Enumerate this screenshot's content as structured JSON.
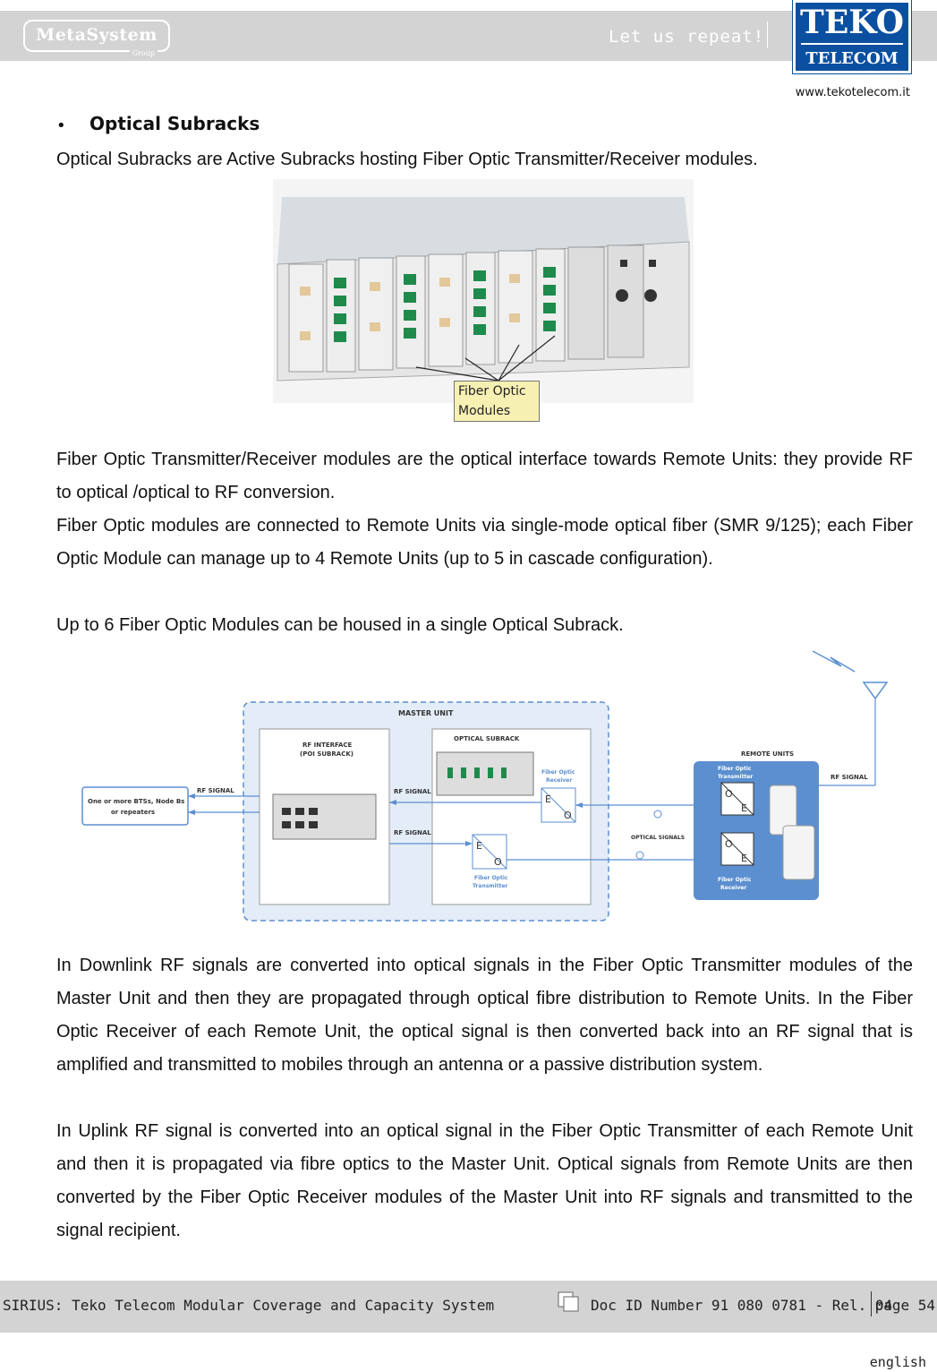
{
  "header": {
    "logo_left": "MetaSystem",
    "logo_left_sub": "Group",
    "slogan": "Let us repeat!",
    "logo_right_top": "TEKO",
    "logo_right_bottom": "TELECOM",
    "website": "www.tekotelecom.it"
  },
  "section": {
    "bullet": "•",
    "heading": "Optical Subracks",
    "intro": "Optical Subracks are Active Subracks hosting Fiber Optic Transmitter/Receiver modules."
  },
  "photo": {
    "caption_line1": "Fiber Optic",
    "caption_line2": "Modules"
  },
  "body_paragraphs": {
    "p1": "Fiber Optic Transmitter/Receiver modules are the optical interface towards Remote Units: they provide RF to optical /optical to RF conversion.",
    "p2": "Fiber Optic modules are connected to Remote Units via single-mode optical fiber (SMR 9/125); each Fiber Optic Module can manage up to 4 Remote Units (up to 5 in cascade configuration).",
    "p3": "Up to 6 Fiber Optic Modules can be housed in a single Optical Subrack.",
    "p4": "In Downlink RF signals are converted into optical signals in the Fiber Optic Transmitter modules of the Master Unit and then they are propagated through optical fibre distribution to Remote Units. In the Fiber Optic Receiver of each Remote Unit, the optical signal is then converted back into an RF signal that is amplified and transmitted to mobiles through an antenna or a passive distribution system.",
    "p5": "In Uplink RF signal is converted into an optical signal in the Fiber Optic Transmitter of each Remote Unit and then it is propagated via fibre optics to the Master Unit. Optical signals from Remote Units are then converted by the Fiber Optic Receiver modules of the Master Unit into RF signals and transmitted to the signal recipient."
  },
  "diagram": {
    "master_unit": "MASTER UNIT",
    "rf_interface_1": "RF INTERFACE",
    "rf_interface_2": "(POI SUBRACK)",
    "optical_subrack": "OPTICAL SUBRACK",
    "bts_1": "One or more BTSs, Node Bs",
    "bts_2": "or repeaters",
    "rf_signal": "RF SIGNAL",
    "fo_receiver_1": "Fiber Optic",
    "fo_receiver_2": "Receiver",
    "fo_transmitter_1": "Fiber Optic",
    "fo_transmitter_2": "Transmitter",
    "optical_signals": "OPTICAL SIGNALS",
    "remote_units": "REMOTE UNITS",
    "ru_tx_1": "Fiber Optic",
    "ru_tx_2": "Transmitter",
    "ru_rx_1": "Fiber Optic",
    "ru_rx_2": "Receiver",
    "letter_e": "E",
    "letter_o": "O"
  },
  "footer": {
    "left": "SIRIUS: Teko Telecom Modular Coverage and Capacity System",
    "doc": "Doc ID Number 91 080 0781 - Rel. 04",
    "page": "page 54",
    "language": "english"
  },
  "colors": {
    "brand_blue": "#0a4fa0",
    "header_gray": "#d3d3d3",
    "diagram_blue": "#5b8fd0"
  }
}
